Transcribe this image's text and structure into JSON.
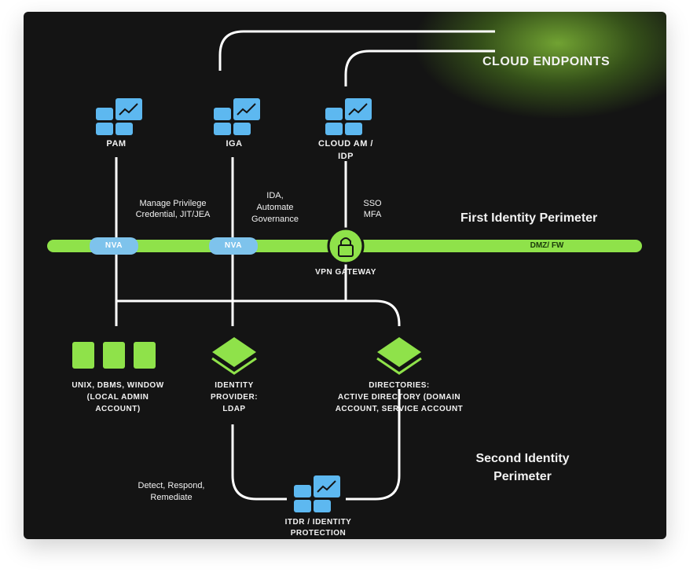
{
  "cloud_endpoints": "CLOUD ENDPOINTS",
  "nodes": {
    "pam": "PAM",
    "iga": "IGA",
    "cloud_am_line1": "CLOUD AM /",
    "cloud_am_line2": "IDP",
    "itdr_line1": "ITDR / IDENTITY",
    "itdr_line2": "PROTECTION"
  },
  "edge_labels": {
    "pam_line1": "Manage Privilege",
    "pam_line2": "Credential, JIT/JEA",
    "iga_line1": "IDA,",
    "iga_line2": "Automate",
    "iga_line3": "Governance",
    "cloud_line1": "SSO",
    "cloud_line2": "MFA",
    "itdr_line1": "Detect, Respond,",
    "itdr_line2": "Remediate"
  },
  "perimeter": {
    "first": "First Identity Perimeter",
    "second_line1": "Second Identity",
    "second_line2": "Perimeter",
    "bar_label": "DMZ/ FW",
    "nva_left": "NVA",
    "nva_right": "NVA",
    "vpn": "VPN GATEWAY"
  },
  "bottom": {
    "unix_line1": "UNIX, DBMS, WINDOW",
    "unix_line2": "(LOCAL ADMIN",
    "unix_line3": "ACCOUNT)",
    "idp_line1": "IDENTITY",
    "idp_line2": "PROVIDER:",
    "idp_line3": "LDAP",
    "dir_line1": "DIRECTORIES:",
    "dir_line2": "ACTIVE DIRECTORY (DOMAIN",
    "dir_line3": "ACCOUNT, SERVICE ACCOUNT"
  },
  "colors": {
    "background": "#141414",
    "green": "#8fe24a",
    "blue": "#5db8f0",
    "pill": "#7ec3ec",
    "line": "#ffffff"
  },
  "icons": [
    "dashboard-icon",
    "lock-icon",
    "server-block-icon",
    "diamond-layers-icon"
  ]
}
